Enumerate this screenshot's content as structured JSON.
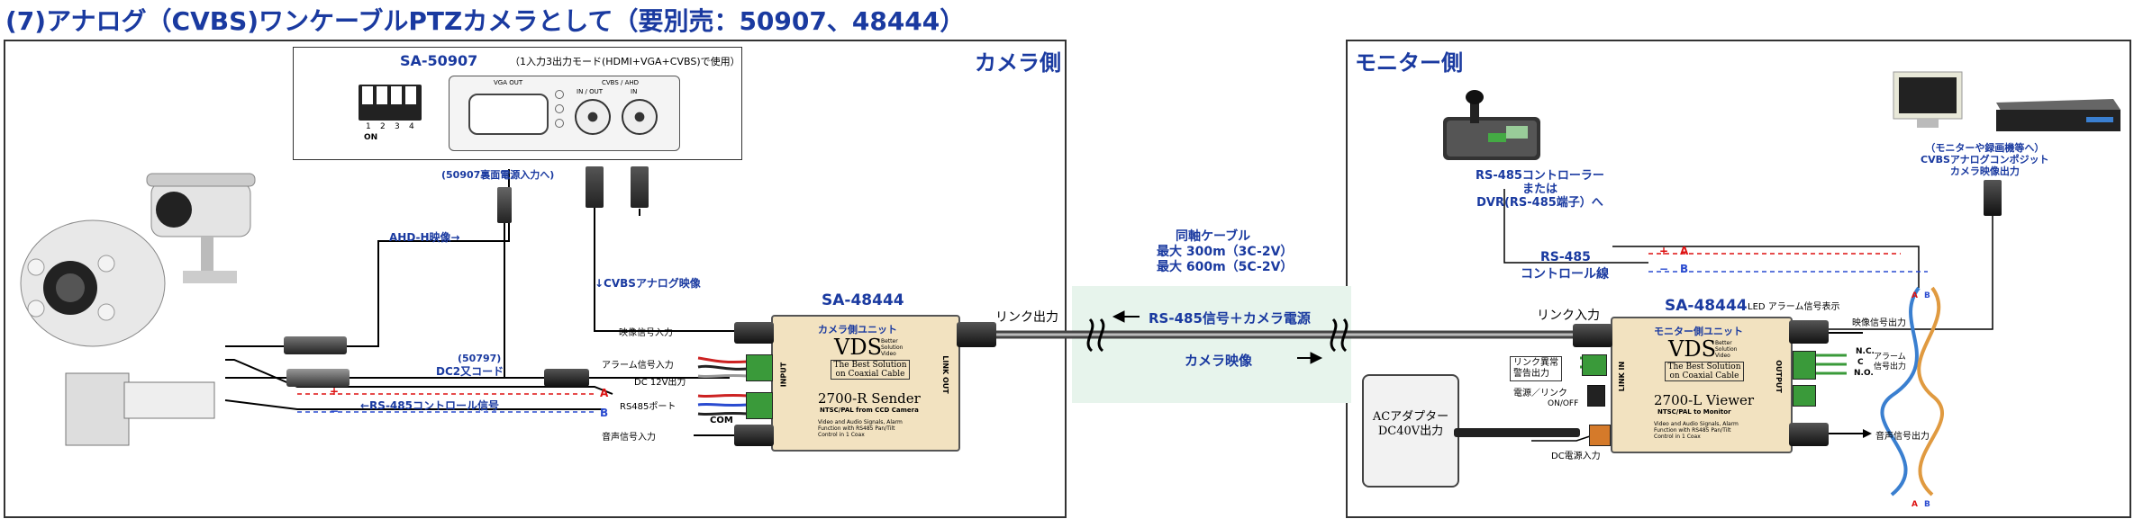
{
  "page_title": "(7)アナログ（CVBS)ワンケーブルPTZカメラとして（要別売：50907、48444）",
  "camera_side": {
    "heading": "カメラ側",
    "sa50907": {
      "name": "SA-50907",
      "mode": "（1入力3出力モード(HDMI+VGA+CVBS)で使用）",
      "dip_on": "ON",
      "dip_numbers": [
        "1",
        "2",
        "3",
        "4"
      ],
      "vga_label": "VGA OUT",
      "cvbs_label": "CVBS / AHD",
      "in_out": "IN / OUT",
      "in_label": "IN",
      "rear_power": "(50907裏面電源入力へ)"
    },
    "ahd_label": "AHD-H映像→",
    "cvbs_label": "↓CVBSアナログ映像",
    "dc_cord_num": "(50797)",
    "dc_cord": "DC2又コード",
    "rs485_signal": "←RS-485コントロール信号",
    "plus": "+",
    "minus": "−",
    "a": "A",
    "b": "B",
    "unit_name": "SA-48444",
    "inputs": [
      "映像信号入力",
      "アラーム信号入力",
      "DC 12V出力",
      "RS485ポート",
      "音声信号入力"
    ],
    "com": "COM",
    "link_out": "リンク出力",
    "unit": {
      "header": "カメラ側ユニット",
      "brand": "VDS",
      "brand_small": "Better Solution Video",
      "slogan": "The Best Solution on Coaxial Cable",
      "model": "2700-R Sender",
      "spec": "NTSC/PAL from CCD Camera",
      "desc": "Video and Audio Signals, Alarm Function with RS485 Pan/Tilt Control in 1 Coax",
      "input": "INPUT",
      "link": "LINK OUT"
    }
  },
  "cable": {
    "title": "同軸ケーブル",
    "max1": "最大 300m（3C-2V）",
    "max2": "最大 600m（5C-2V）",
    "rs485_power": "RS-485信号＋カメラ電源",
    "video": "カメラ映像"
  },
  "monitor_side": {
    "heading": "モニター側",
    "controller": "RS-485コントローラー\nまたは\nDVR(RS-485端子）へ",
    "monitor": "（モニターや録画機等へ）\nCVBSアナログコンポジット\nカメラ映像出力",
    "rs485": "RS-485",
    "control_line": "コントロール線",
    "unit_name": "SA-48444",
    "led_alarm": "LED アラーム信号表示",
    "link_in": "リンク入力",
    "link_abnormal": "リンク異常\n警告出力",
    "power_link": "電源／リンク",
    "on_off": "ON/OFF",
    "video_out": "映像信号出力",
    "alarm_out": "アラーム\n信号出力",
    "audio_out": "音声信号出力",
    "dc_in": "DC電源入力",
    "nc": "N.C.",
    "c": "C",
    "no": "N.O.",
    "a": "A",
    "b": "B",
    "plus": "+",
    "minus": "−",
    "adapter": "ACアダプター\nDC40V出力",
    "unit": {
      "header": "モニター側ユニット",
      "brand": "VDS",
      "brand_small": "Better Solution Video",
      "slogan": "The Best Solution on Coaxial Cable",
      "model": "2700-L Viewer",
      "spec": "NTSC/PAL to Monitor",
      "desc": "Video and Audio Signals, Alarm Function with RS485 Pan/Tilt Control in 1 Coax",
      "link": "LINK IN",
      "output": "OUTPUT"
    }
  }
}
